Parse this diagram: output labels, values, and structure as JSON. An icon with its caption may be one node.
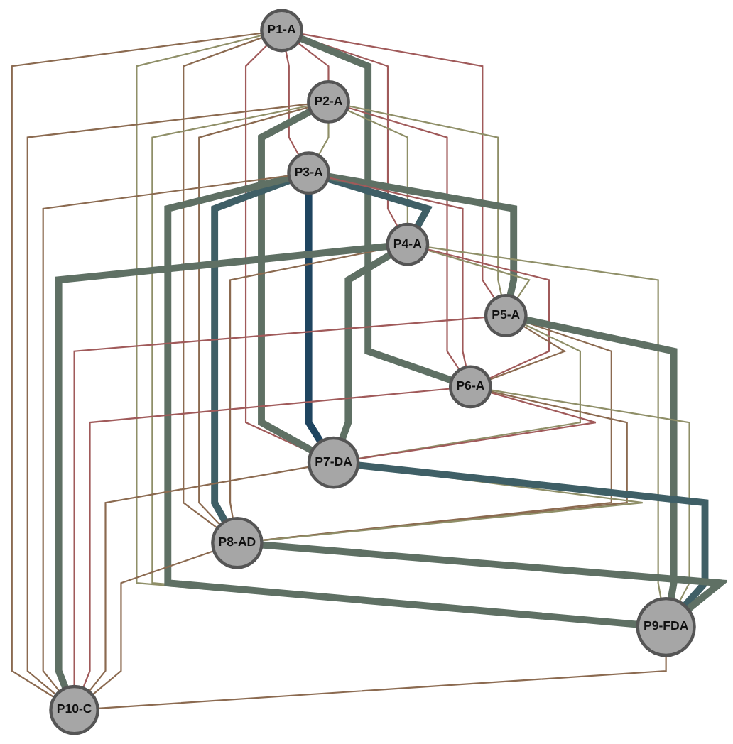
{
  "diagram": {
    "nodes": [
      {
        "text": [
          "P1-A"
        ]
      },
      {
        "text": [
          "P7-DA"
        ]
      },
      {
        "text": [
          "P2-A"
        ]
      },
      {
        "text": [
          "P4-A"
        ]
      },
      {
        "text": [
          "P8-AD"
        ]
      },
      {
        "text": [
          "P3-A"
        ]
      },
      {
        "text": [
          "P5-A"
        ]
      },
      {
        "text": [
          "P9-FDA"
        ]
      },
      {
        "text": [
          "P6-A"
        ]
      },
      {
        "text": [
          "P10-C"
        ]
      }
    ],
    "edges": [
      {
        "from": 0,
        "to": 2,
        "arrow": "none",
        "color": "#a05a5a"
      },
      {
        "from": 0,
        "to": 5,
        "arrow": "none",
        "color": "#a05a5a"
      },
      {
        "from": 0,
        "to": 3,
        "arrow": "none",
        "color": "#a05a5a"
      },
      {
        "from": 0,
        "to": 6,
        "arrow": "none",
        "color": "#a05a5a"
      },
      {
        "from": 0,
        "to": 8,
        "arrow": "none",
        "style": "thick",
        "color": "#5f7064"
      },
      {
        "from": 0,
        "to": 1,
        "arrow": "none",
        "color": "#a05a5a"
      },
      {
        "from": 0,
        "to": 4,
        "arrow": "none"
      },
      {
        "from": 0,
        "to": 7,
        "arrow": "none",
        "color": "#8f8f68"
      },
      {
        "from": 0,
        "to": 9,
        "arrow": "none"
      },
      {
        "from": 2,
        "to": 5,
        "arrow": "none",
        "color": "#8f8f68"
      },
      {
        "from": 2,
        "to": 3,
        "arrow": "none",
        "color": "#8f8f68"
      },
      {
        "from": 2,
        "to": 6,
        "arrow": "none",
        "color": "#8f8f68"
      },
      {
        "from": 2,
        "to": 8,
        "arrow": "none",
        "color": "#a05a5a"
      },
      {
        "from": 2,
        "to": 1,
        "arrow": "none",
        "style": "thick",
        "color": "#5f7064"
      },
      {
        "from": 2,
        "to": 4,
        "arrow": "none"
      },
      {
        "from": 2,
        "to": 7,
        "arrow": "none",
        "color": "#8f8f68"
      },
      {
        "from": 2,
        "to": 9,
        "arrow": "none"
      },
      {
        "from": 5,
        "to": 3,
        "arrow": "none",
        "style": "thick",
        "color": "#3f5f66"
      },
      {
        "from": 5,
        "to": 6,
        "arrow": "none",
        "style": "thick",
        "color": "#5f7064"
      },
      {
        "from": 5,
        "to": 8,
        "arrow": "none",
        "color": "#a05a5a"
      },
      {
        "from": 5,
        "to": 1,
        "arrow": "none",
        "style": "thick",
        "color": "#1f4560"
      },
      {
        "from": 5,
        "to": 4,
        "arrow": "none",
        "style": "thick",
        "color": "#3f5f66"
      },
      {
        "from": 5,
        "to": 7,
        "arrow": "none",
        "style": "thick",
        "color": "#5f7064"
      },
      {
        "from": 5,
        "to": 9,
        "arrow": "none"
      },
      {
        "from": 3,
        "to": 6,
        "arrow": "none",
        "color": "#8f8f68"
      },
      {
        "from": 3,
        "to": 8,
        "arrow": "none",
        "color": "#a05a5a"
      },
      {
        "from": 3,
        "to": 1,
        "arrow": "none",
        "style": "thick",
        "color": "#5f7064"
      },
      {
        "from": 3,
        "to": 4,
        "arrow": "none"
      },
      {
        "from": 3,
        "to": 7,
        "arrow": "none",
        "color": "#8f8f68"
      },
      {
        "from": 3,
        "to": 9,
        "arrow": "none",
        "style": "thick",
        "color": "#5f7064"
      },
      {
        "from": 6,
        "to": 8,
        "arrow": "none"
      },
      {
        "from": 6,
        "to": 1,
        "arrow": "none",
        "color": "#8f8f68"
      },
      {
        "from": 6,
        "to": 4,
        "arrow": "none"
      },
      {
        "from": 6,
        "to": 7,
        "arrow": "none",
        "style": "thick",
        "color": "#5f7064"
      },
      {
        "from": 6,
        "to": 9,
        "arrow": "none",
        "color": "#a05a5a"
      },
      {
        "from": 8,
        "to": 1,
        "arrow": "none",
        "color": "#a05a5a"
      },
      {
        "from": 8,
        "to": 4,
        "arrow": "none"
      },
      {
        "from": 8,
        "to": 7,
        "arrow": "none",
        "color": "#8f8f68"
      },
      {
        "from": 8,
        "to": 9,
        "arrow": "none",
        "color": "#a05a5a"
      },
      {
        "from": 1,
        "to": 4,
        "arrow": "none",
        "color": "#8f8f68"
      },
      {
        "from": 1,
        "to": 7,
        "arrow": "none",
        "style": "thick",
        "color": "#3f5f66"
      },
      {
        "from": 1,
        "to": 9,
        "arrow": "none"
      },
      {
        "from": 4,
        "to": 7,
        "arrow": "none",
        "style": "thick",
        "color": "#5f7064"
      },
      {
        "from": 4,
        "to": 9,
        "arrow": "none"
      },
      {
        "from": 7,
        "to": 9,
        "arrow": "none"
      }
    ]
  }
}
